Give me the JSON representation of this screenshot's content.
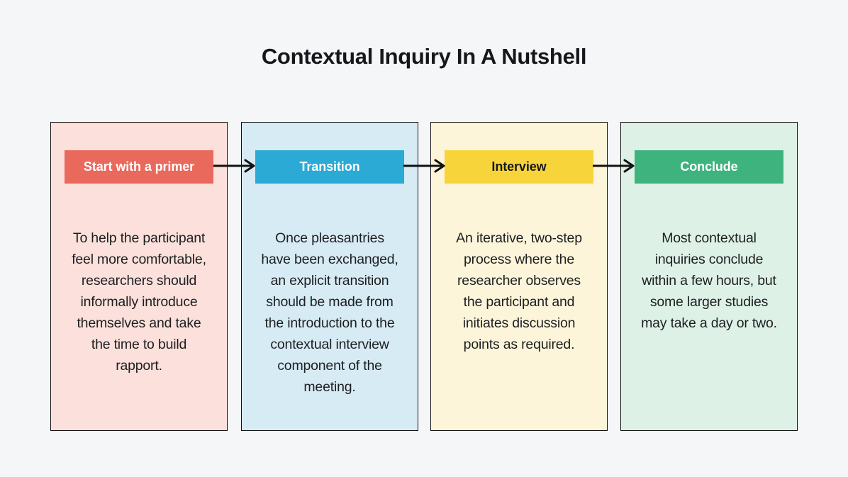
{
  "page": {
    "title": "Contextual Inquiry In A Nutshell",
    "background": "#F4F6F8",
    "card_border": "#101010"
  },
  "connector": {
    "color": "#111111",
    "arrowhead": "chevron-right"
  },
  "steps": [
    {
      "label": "Start with a primer",
      "description": "To help the participant\nfeel more comfortable,\nresearchers should\ninformally introduce\nthemselves and take\nthe time to build\nrapport.",
      "colors": {
        "card_bg": "#FCE0DB",
        "header_bg": "#E9695C",
        "header_text": "#FFFFFF",
        "body_text": "#1D1F21"
      }
    },
    {
      "label": "Transition",
      "description": "Once pleasantries\nhave been exchanged,\nan explicit transition\nshould be made from\nthe introduction to the\ncontextual interview\ncomponent of the\nmeeting.",
      "colors": {
        "card_bg": "#D7EBF5",
        "header_bg": "#2AAAD4",
        "header_text": "#FFFFFF",
        "body_text": "#1D1F21"
      }
    },
    {
      "label": "Interview",
      "description": "An iterative, two-step\nprocess where the\nresearcher observes\nthe participant and\ninitiates discussion\npoints as required.",
      "colors": {
        "card_bg": "#FDF5DA",
        "header_bg": "#F8D43B",
        "header_text": "#17191C",
        "body_text": "#1D1F21"
      }
    },
    {
      "label": "Conclude",
      "description": "Most contextual\ninquiries conclude\nwithin a few hours, but\nsome larger studies\nmay take a day or two.",
      "colors": {
        "card_bg": "#DEF1E7",
        "header_bg": "#3EB37E",
        "header_text": "#FFFFFF",
        "body_text": "#1D1F21"
      }
    }
  ]
}
